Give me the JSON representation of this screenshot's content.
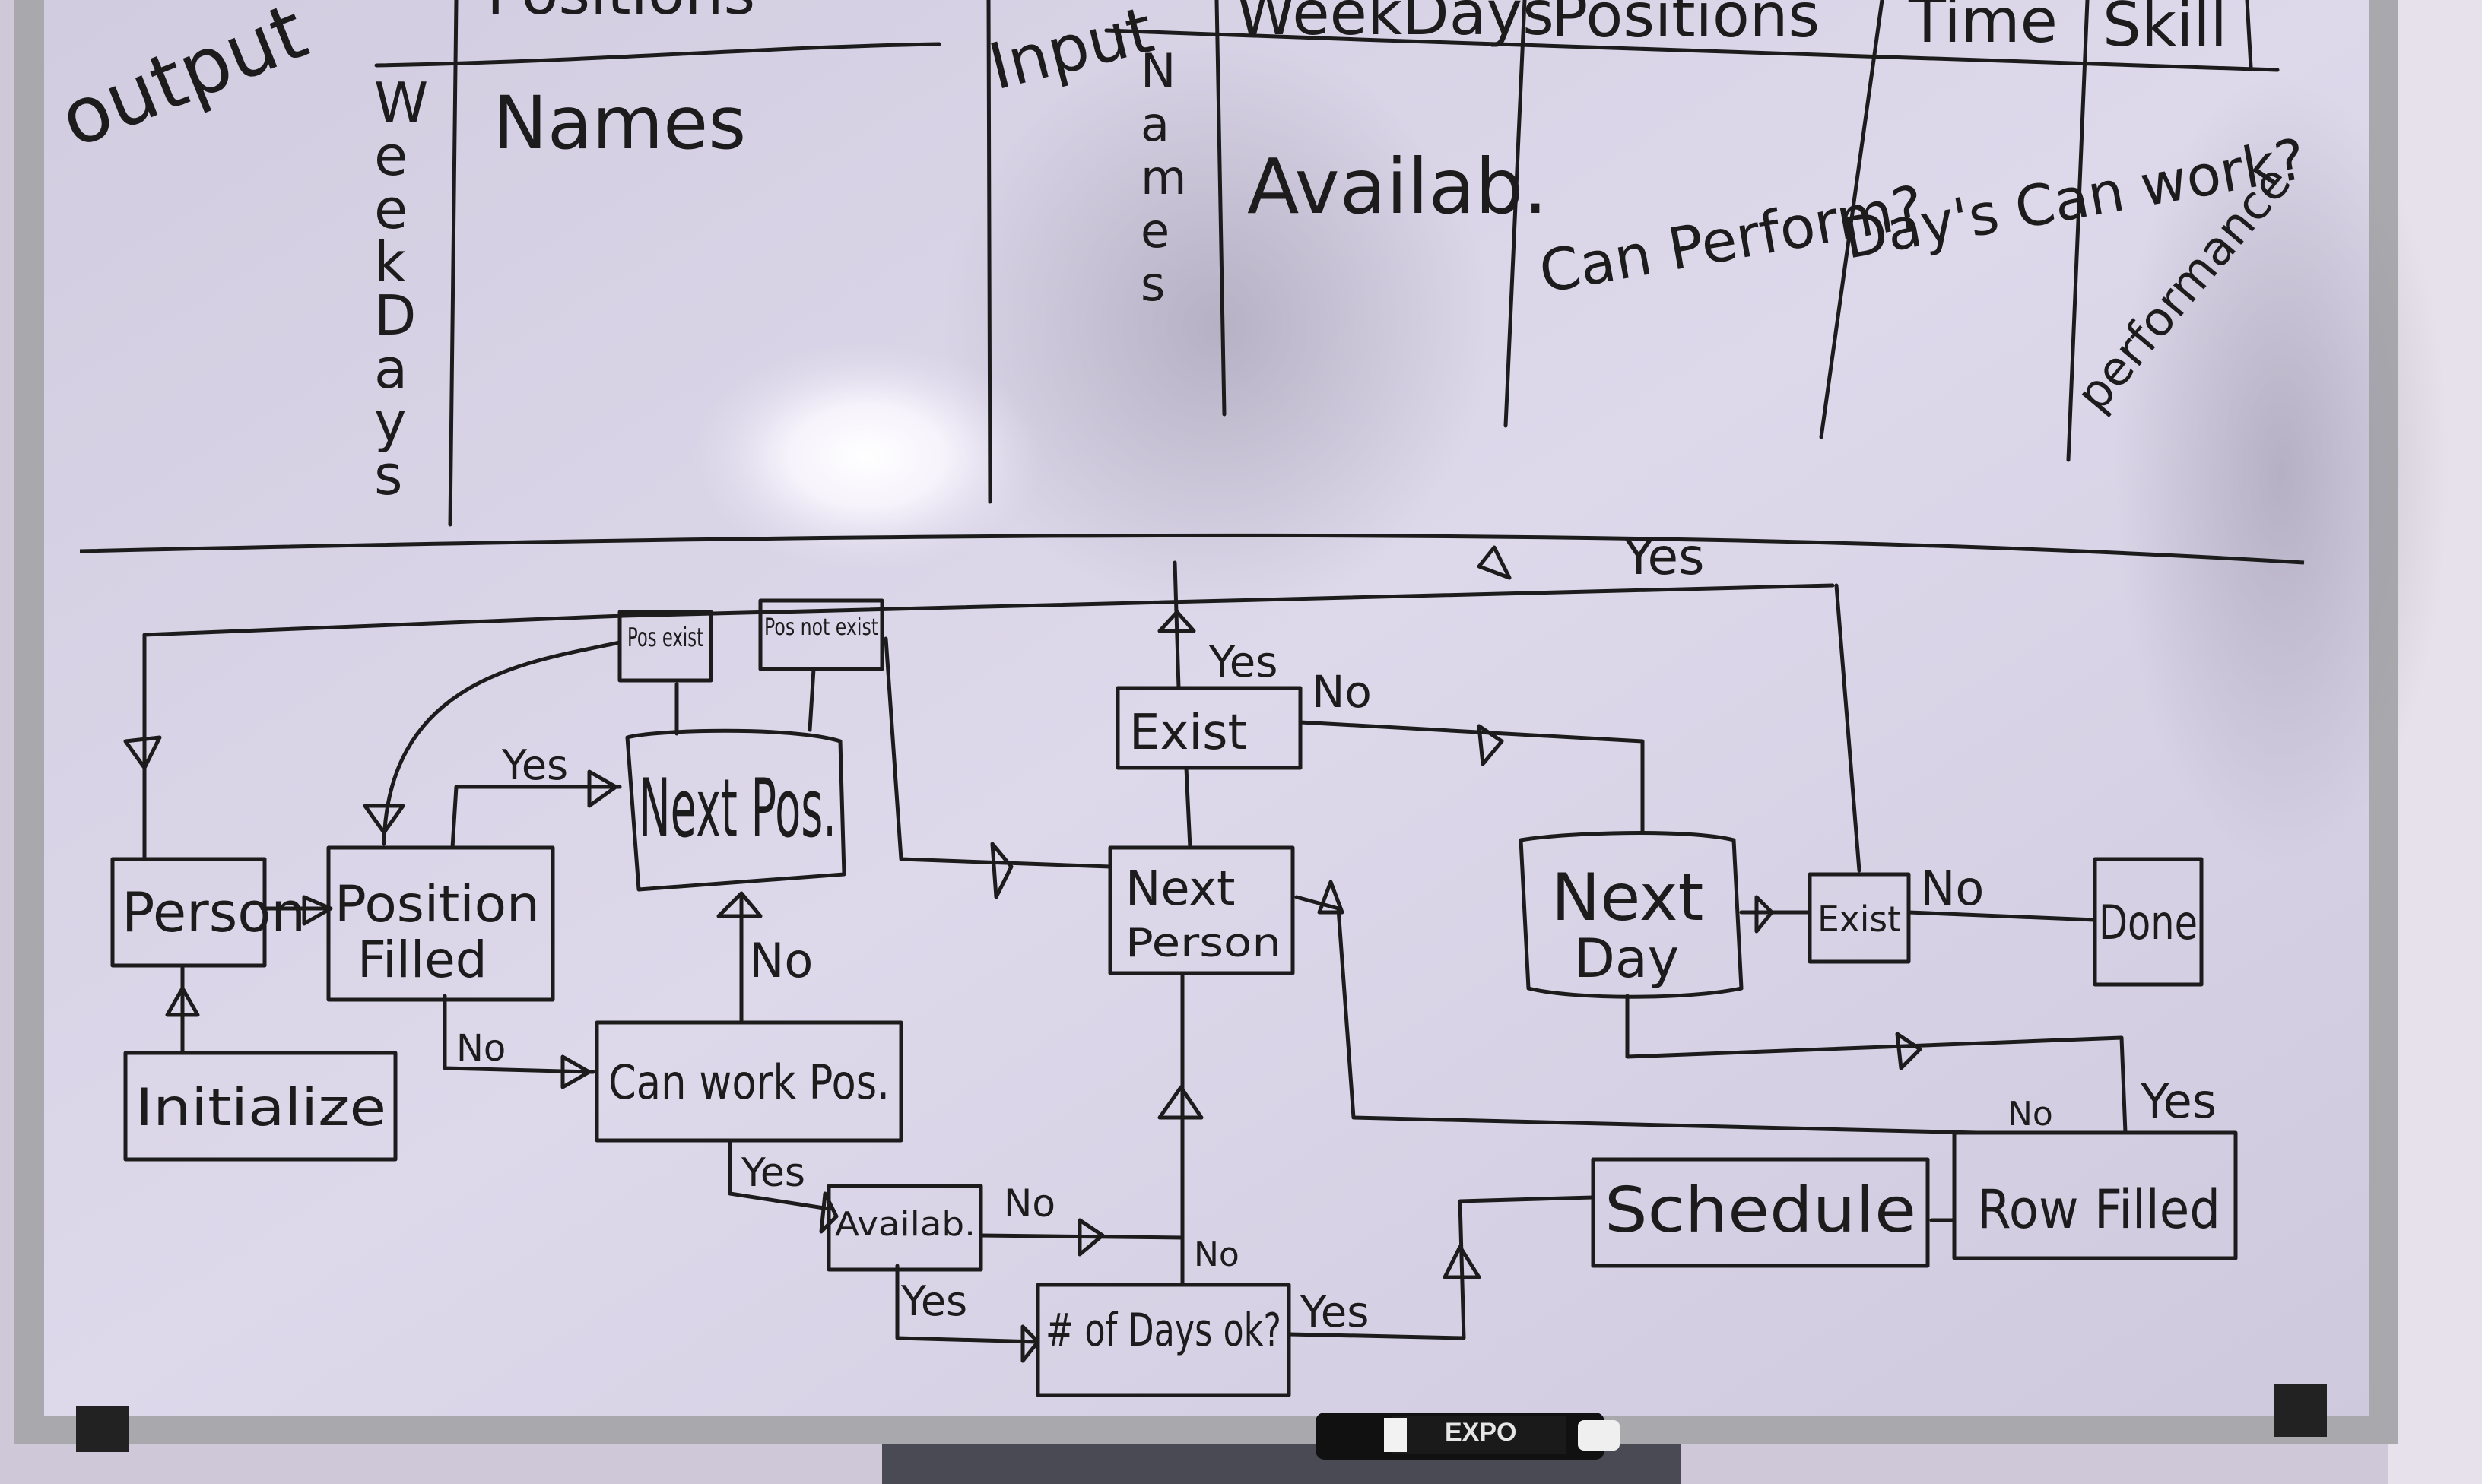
{
  "output_table": {
    "title": "output",
    "col_header": "Positions",
    "row_header": "WeekDays",
    "cell": "Names"
  },
  "input_table": {
    "title": "Input",
    "row_header": "Names",
    "columns": [
      "WeekDays",
      "Positions",
      "Time",
      "Skill"
    ],
    "cells": [
      "Availab.",
      "Can Perform?",
      "Day's Can work?",
      "performance"
    ]
  },
  "flowchart": {
    "nodes": {
      "person": "Person",
      "position_filled": "Position Filled",
      "next_pos": "Next Pos.",
      "pos_exist": "Pos exist",
      "pos_not_exist": "Pos not exist",
      "initialize": "Initialize",
      "can_work_pos": "Can work Pos.",
      "available": "Availab.",
      "num_days_ok": "# of Days ok?",
      "exist": "Exist",
      "next_person": "Next Person",
      "next_day": "Next Day",
      "exist_day": "Exist",
      "done": "Done",
      "schedule": "Schedule",
      "row_filled": "Row Filled"
    },
    "labels": {
      "yes": "Yes",
      "no": "No"
    }
  },
  "marker_brand": "EXPO",
  "colors": {
    "board": "#d9d3e6",
    "ink": "#1c1c1c",
    "frame": "#a6a6a6"
  }
}
